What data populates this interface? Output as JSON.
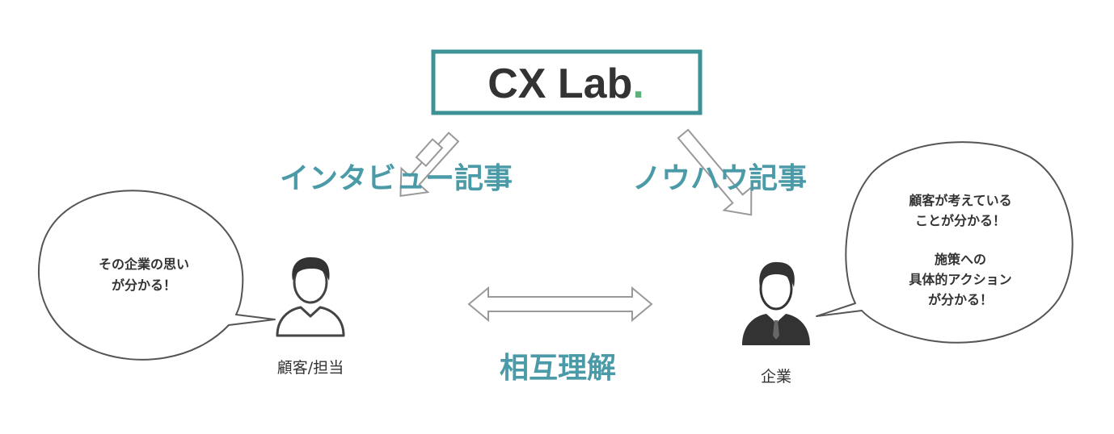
{
  "logo": {
    "text": "CX Lab",
    "dot": ".",
    "border_color": "#3d9296",
    "dot_color": "#5fb07a"
  },
  "labels": {
    "interview": "インタビュー記事",
    "knowhow": "ノウハウ記事",
    "mutual": "相互理解"
  },
  "customer": {
    "icon": "person-icon",
    "caption": "顧客/担当",
    "bubble_lines": [
      "その企業の思い",
      "が分かる！"
    ]
  },
  "company": {
    "icon": "businessman-icon",
    "caption": "企業",
    "bubble_lines": [
      "顧客が考えている",
      "ことが分かる！",
      "",
      "施策への",
      "具体的アクション",
      "が分かる！"
    ]
  },
  "colors": {
    "accent": "#4a9aa8",
    "text": "#333333",
    "outline": "#555555",
    "arrow_outline": "#999999"
  }
}
